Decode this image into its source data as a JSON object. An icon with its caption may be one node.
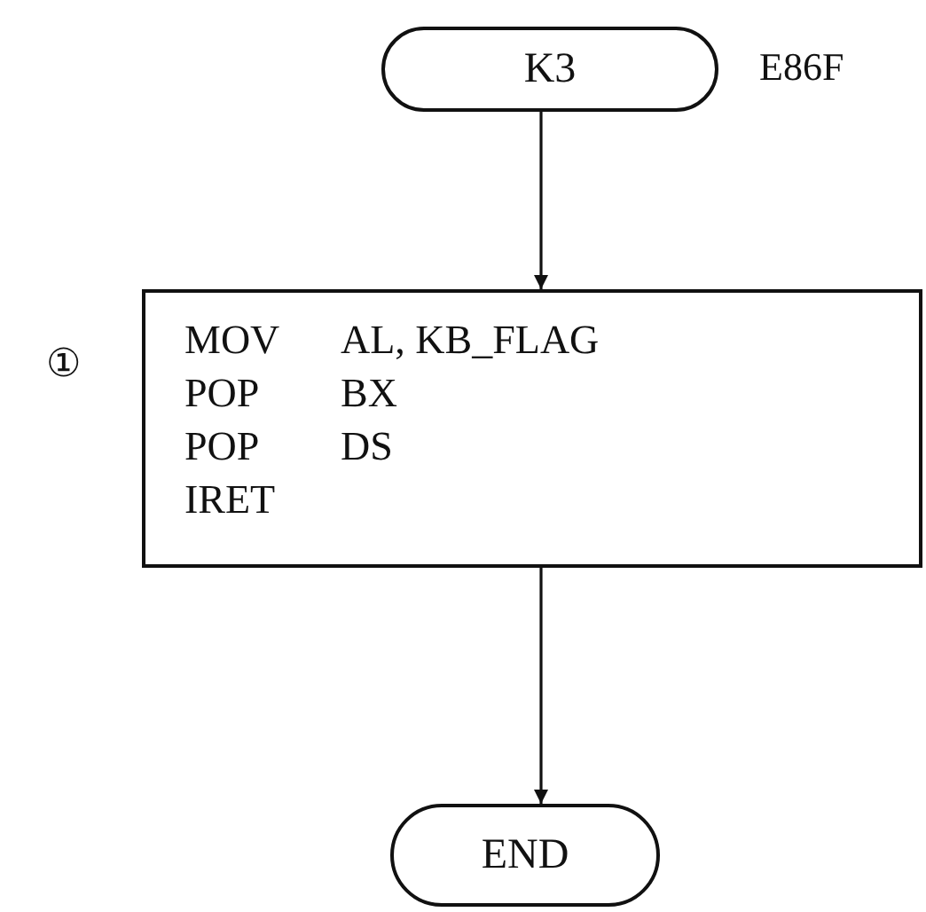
{
  "diagram": {
    "nodes": [
      {
        "text": [
          "K3"
        ],
        "beside": [
          "E86F"
        ]
      },
      {
        "text": [
          "MOV",
          "AL, KB_FLAG",
          "POP",
          "BX",
          "POP",
          "DS",
          "IRET"
        ],
        "beside": [
          "①"
        ]
      },
      {
        "text": [
          "END"
        ]
      }
    ],
    "edges": [
      {
        "from": 0,
        "to": 1,
        "arrow": "to"
      },
      {
        "from": 1,
        "to": 2,
        "arrow": "to"
      }
    ]
  }
}
